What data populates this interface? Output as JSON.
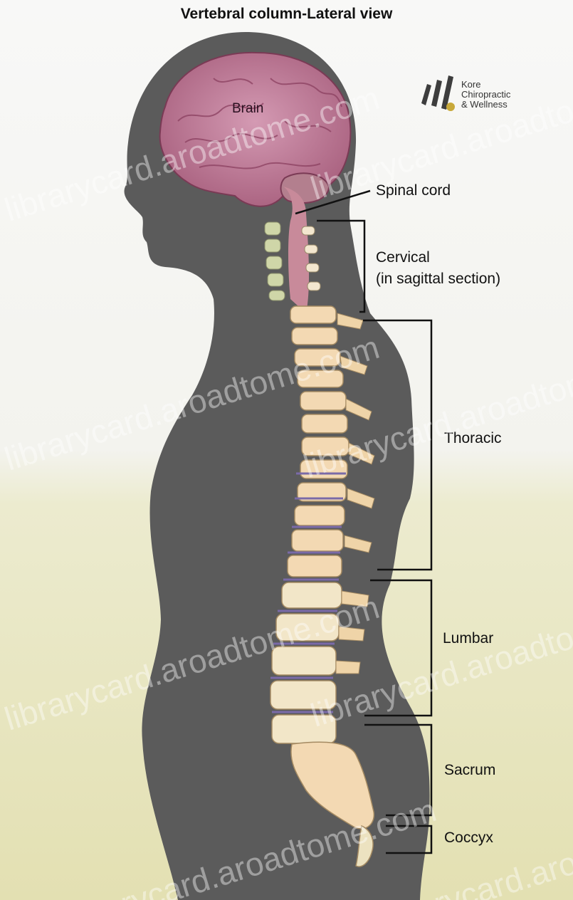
{
  "title": "Vertebral column-Lateral view",
  "labels": {
    "brain": "Brain",
    "spinal_cord": "Spinal cord",
    "cervical": "Cervical",
    "cervical_sub": "(in sagittal section)",
    "thoracic": "Thoracic",
    "lumbar": "Lumbar",
    "sacrum": "Sacrum",
    "coccyx": "Coccyx"
  },
  "logo": {
    "line1": "Kore",
    "line2": "Chiropractic",
    "line3": "& Wellness"
  },
  "watermarks": [
    "librarycard.aroadtome.com",
    "librarycard.aroadtome.com",
    "librarycard.aroadtome.com",
    "librarycard.aroadtome.com",
    "librarycard.aroadtome.com",
    "librarycard.aroadtome.com",
    "librarycard.aroadtome.com",
    "librarycard.aroadtome.com"
  ],
  "colors": {
    "silhouette": "#5a5a5a",
    "brain": "#c98aa4",
    "bone": "#f3d9b3",
    "cartilage": "#cfd6a8",
    "disc_line": "#7a6aa8",
    "background_top": "#f7f7f5",
    "background_bottom": "#e6e3b8"
  }
}
